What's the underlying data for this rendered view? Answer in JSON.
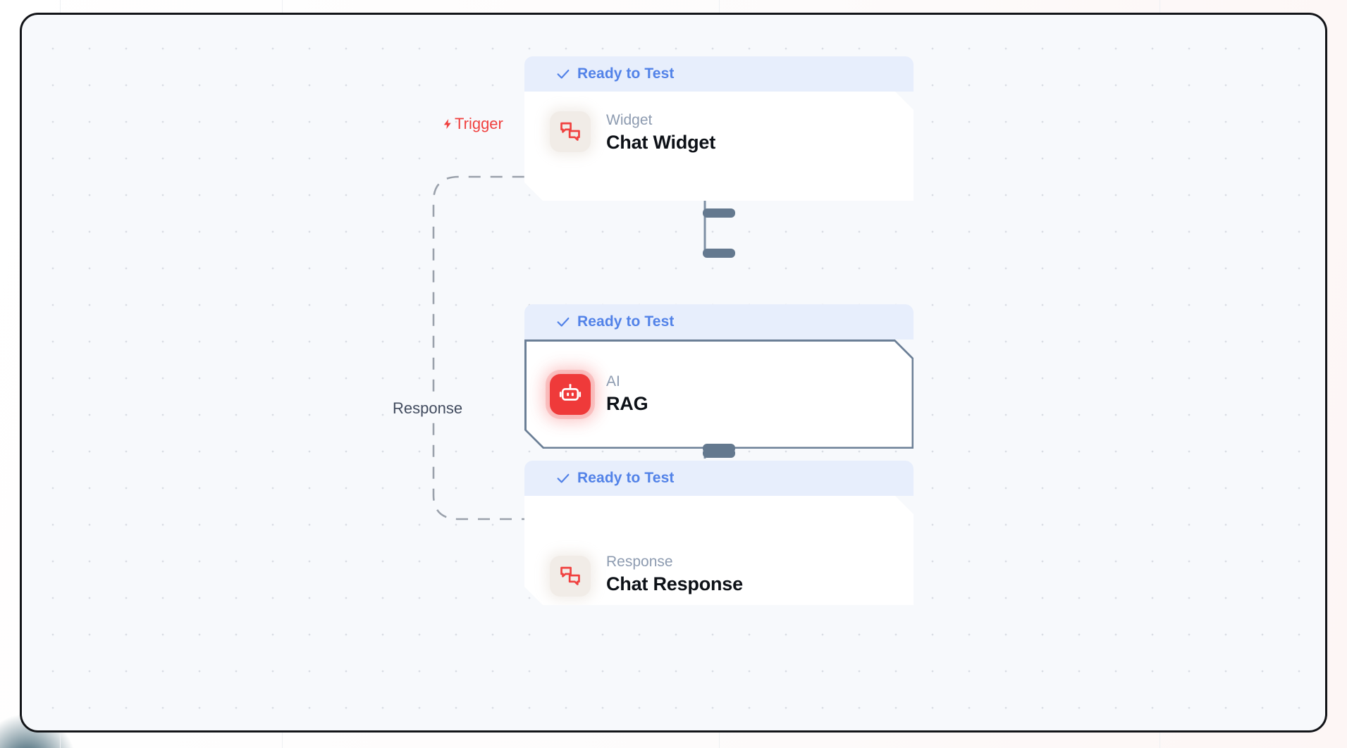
{
  "canvas": {
    "background_color": "#f7f9fc",
    "grid_dot_color": "#d9dde4",
    "border_color": "#121418"
  },
  "colors": {
    "status_badge_bg": "#e7eefc",
    "status_badge_text": "#5282e8",
    "accent_red": "#ef3a3a",
    "trigger_label": "#f0413f",
    "handle": "#64798f",
    "selected_border": "#6b7f96",
    "kicker_text": "#8d9bb0",
    "title_text": "#0d1117",
    "edge_dashed": "#9aa1ab"
  },
  "nodes": [
    {
      "id": "chat-widget",
      "status": "Ready to Test",
      "status_icon": "check-icon",
      "kicker": "Widget",
      "title": "Chat Widget",
      "icon": "chat-bubbles-icon",
      "icon_style": "soft",
      "selected": false
    },
    {
      "id": "rag",
      "status": "Ready to Test",
      "status_icon": "check-icon",
      "kicker": "AI",
      "title": "RAG",
      "icon": "robot-icon",
      "icon_style": "solid-red",
      "selected": true
    },
    {
      "id": "chat-response",
      "status": "Ready to Test",
      "status_icon": "check-icon",
      "kicker": "Response",
      "title": "Chat Response",
      "icon": "chat-bubbles-icon",
      "icon_style": "soft",
      "selected": false
    }
  ],
  "edges": [
    {
      "id": "trigger-edge",
      "label": "Trigger",
      "label_icon": "lightning-bolt-icon",
      "style": "dashed",
      "from": "chat-response",
      "to": "chat-widget"
    },
    {
      "id": "response-edge",
      "label": "Response",
      "style": "dashed"
    },
    {
      "id": "widget-to-rag",
      "label": "",
      "style": "solid",
      "from": "chat-widget",
      "to": "rag"
    },
    {
      "id": "rag-to-response",
      "label": "",
      "style": "solid",
      "from": "rag",
      "to": "chat-response"
    }
  ]
}
